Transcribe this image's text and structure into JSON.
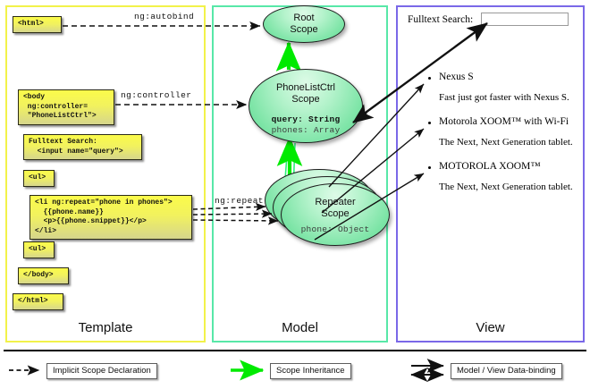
{
  "diagram": {
    "columns": [
      {
        "key": "template",
        "label": "Template",
        "border_color": "#f2f24a"
      },
      {
        "key": "model",
        "label": "Model",
        "border_color": "#58e8a8"
      },
      {
        "key": "view",
        "label": "View",
        "border_color": "#7a68e8"
      }
    ]
  },
  "template": {
    "boxes": [
      {
        "id": "html-open",
        "text": "<html>"
      },
      {
        "id": "body-open",
        "text": "<body\n ng:controller=\n \"PhoneListCtrl\">"
      },
      {
        "id": "search",
        "text": "Fulltext Search:\n  <input name=\"query\">"
      },
      {
        "id": "ul-open",
        "text": "<ul>"
      },
      {
        "id": "li-repeat",
        "text": "<li ng:repeat=\"phone in phones\">\n  {{phone.name}}\n  <p>{{phone.snippet}}</p>\n</li>"
      },
      {
        "id": "ul-close",
        "text": "<ul>"
      },
      {
        "id": "body-close",
        "text": "</body>"
      },
      {
        "id": "html-close",
        "text": "</html>"
      }
    ],
    "connectors": [
      {
        "id": "autobind",
        "label": "ng:autobind"
      },
      {
        "id": "controller",
        "label": "ng:controller"
      },
      {
        "id": "repeat",
        "label": "ng:repeat"
      }
    ]
  },
  "model": {
    "scopes": [
      {
        "id": "root-scope",
        "title_line1": "Root",
        "title_line2": "Scope",
        "props": []
      },
      {
        "id": "ctrl-scope",
        "title_line1": "PhoneListCtrl",
        "title_line2": "Scope",
        "props": [
          {
            "text": "query: String",
            "emphasis": "strong"
          },
          {
            "text": "phones: Array",
            "emphasis": "dim"
          }
        ]
      },
      {
        "id": "repeater-scope",
        "title_line1": "Repeater",
        "title_line2": "Scope",
        "props": [
          {
            "text": "phone: Object",
            "emphasis": "dim"
          }
        ]
      }
    ]
  },
  "view": {
    "search_label": "Fulltext Search:",
    "search_value": "",
    "items": [
      {
        "name": "Nexus S",
        "snippet": "Fast just got faster with Nexus S."
      },
      {
        "name": "Motorola XOOM™  with Wi-Fi",
        "snippet": "The Next, Next Generation tablet."
      },
      {
        "name": "MOTOROLA XOOM™",
        "snippet": "The Next, Next Generation tablet."
      }
    ]
  },
  "legend": {
    "items": [
      {
        "id": "implicit-scope-declaration",
        "label": "Implicit Scope Declaration",
        "arrow": "dashed-black"
      },
      {
        "id": "scope-inheritance",
        "label": "Scope Inheritance",
        "arrow": "solid-green"
      },
      {
        "id": "model-view-data-binding",
        "label": "Model / View Data-binding",
        "arrow": "double-black"
      }
    ]
  },
  "colors": {
    "template_border": "#f2f24a",
    "model_border": "#58e8a8",
    "view_border": "#7a68e8",
    "code_fill": "#f2f25e",
    "scope_fill": "#7fe5a8",
    "inheritance_arrow": "#00f000",
    "line": "#111111"
  }
}
